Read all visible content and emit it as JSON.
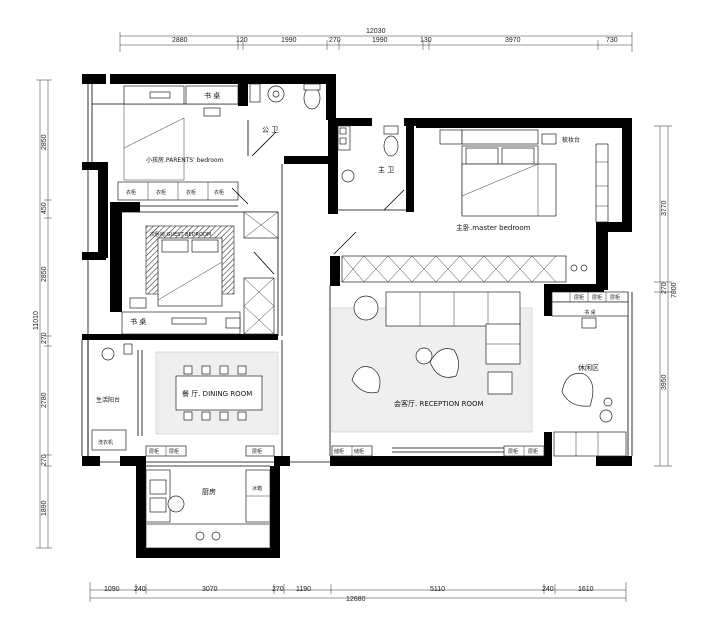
{
  "dimensions": {
    "top_total": "12030",
    "top_segments": [
      "2880",
      "120",
      "1990",
      "270",
      "1990",
      "130",
      "3970",
      "730"
    ],
    "bottom_total": "12680",
    "bottom_segments": [
      "1090",
      "240",
      "3070",
      "270",
      "1190",
      "5110",
      "240",
      "1610"
    ],
    "left_total": "11010",
    "left_segments": [
      "2850",
      "450",
      "2850",
      "270",
      "2780",
      "270",
      "1890"
    ],
    "right_top": "3770",
    "right_mid": "270",
    "right_mid_total": "7800",
    "right_bottom": "3950"
  },
  "rooms": {
    "kids_bedroom": "小孩房.PARENTS' bedroom",
    "second_bedroom": "次卧房.GUEST BEDROOM",
    "desk_top": "书 桌",
    "desk_left": "书 桌",
    "desk_right": "书 桌",
    "public_bath": "公 卫",
    "master_bath": "主 卫",
    "master_bedroom": "主卧.master bedroom",
    "vanity": "梳妆台",
    "dining": "餐 厅. DINING ROOM",
    "living": "会客厅. RECEPTION ROOM",
    "lounge": "休闲区",
    "kitchen": "厨房",
    "utility_balcony": "生活阳台",
    "laundry": "洗衣机"
  },
  "cabinets": {
    "wardrobe": "衣柜",
    "shelf": "层柜",
    "shoe": "鞋柜",
    "storage": "储柜",
    "fridge": "冰箱"
  }
}
